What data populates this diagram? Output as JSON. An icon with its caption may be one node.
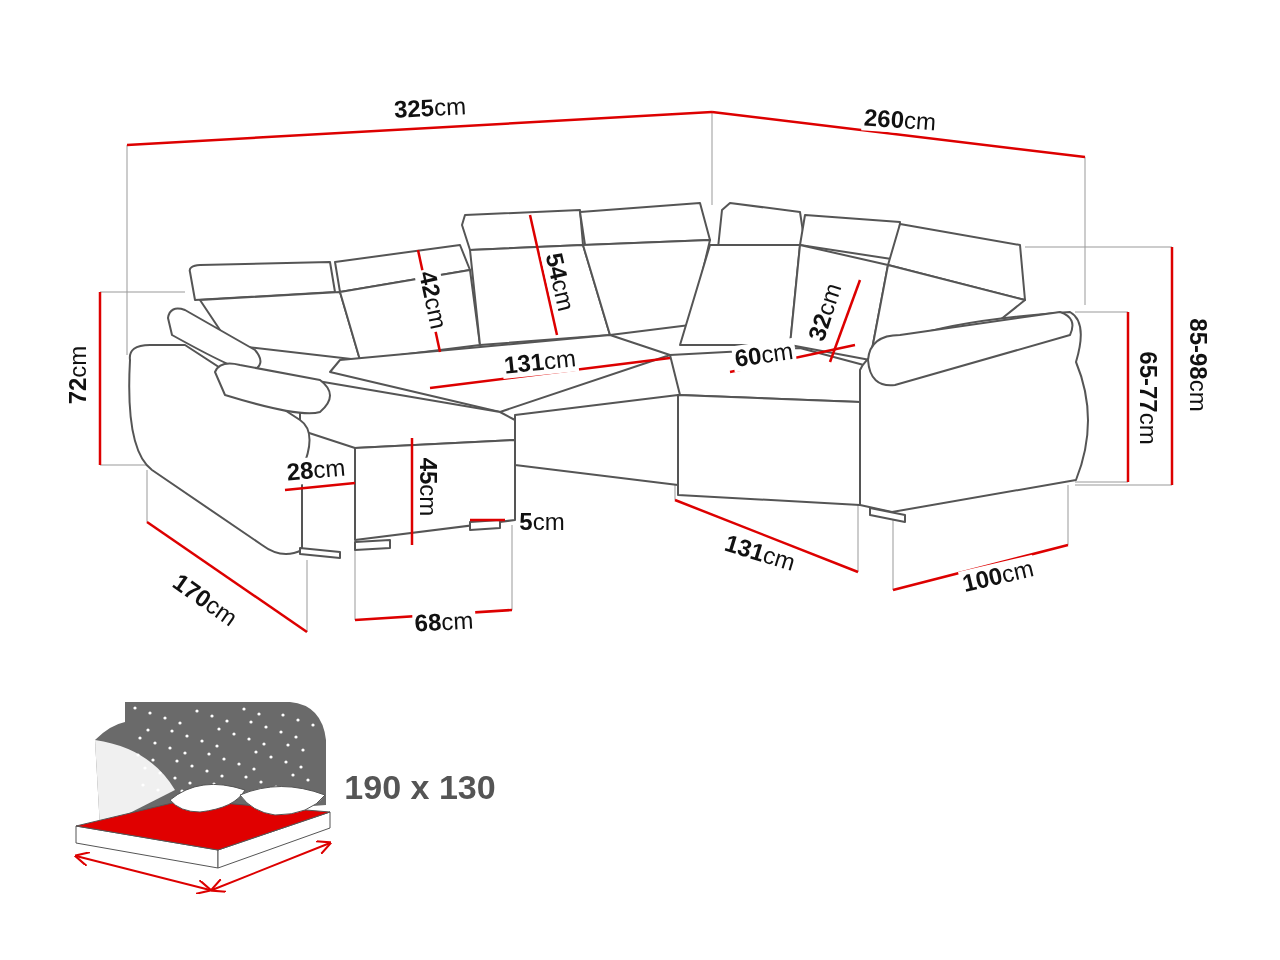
{
  "diagram": {
    "labels": [
      "**325**cm",
      "**260**cm",
      "**42**cm",
      "**54**cm",
      "**32**cm",
      "**72**cm",
      "**131**cm",
      "**60**cm",
      "**85-98**cm",
      "**65-77**cm",
      "**28**cm",
      "**45**cm",
      "**5**cm",
      "**131**cm",
      "**170**cm",
      "**100**cm",
      "**68**cm",
      "190 x 130"
    ]
  }
}
